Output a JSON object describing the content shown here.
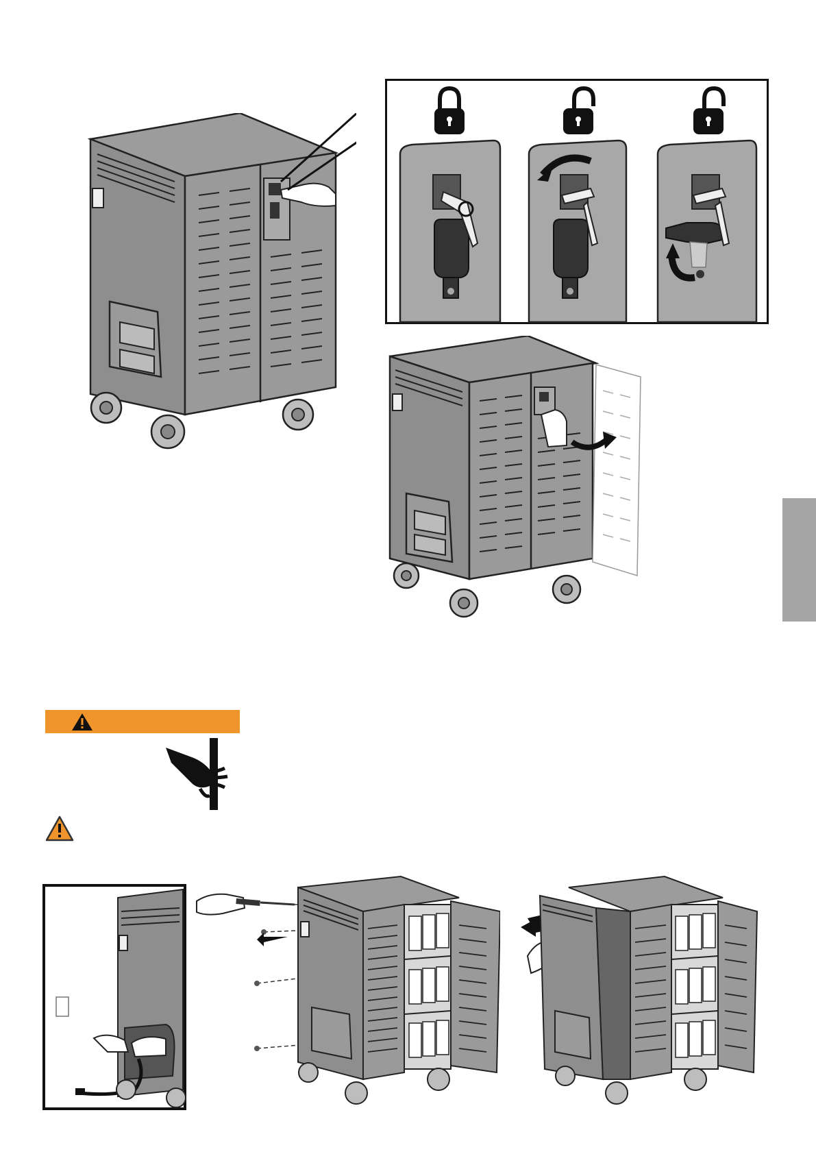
{
  "page": {
    "colors": {
      "accent_orange": "#f0952b",
      "side_tab": "#a6a6a6",
      "cart_body": "#8c8c8c",
      "cart_dark": "#333333"
    }
  },
  "illustrations": {
    "lock_states": [
      "locked-padlock-icon",
      "unlocked-padlock-icon",
      "unlocked-padlock-icon"
    ],
    "cart_locked_with_key": "cart-key-in-lock",
    "cart_door_opening": "cart-door-open",
    "unplug_power": "unplug-power-cord",
    "remove_screws": "remove-side-panel-screws",
    "remove_panel": "remove-side-panel"
  },
  "warning": {
    "banner_icon": "warning-triangle-icon",
    "hazard_icon": "pinch-hazard-icon",
    "caution_icon": "caution-triangle-icon"
  }
}
